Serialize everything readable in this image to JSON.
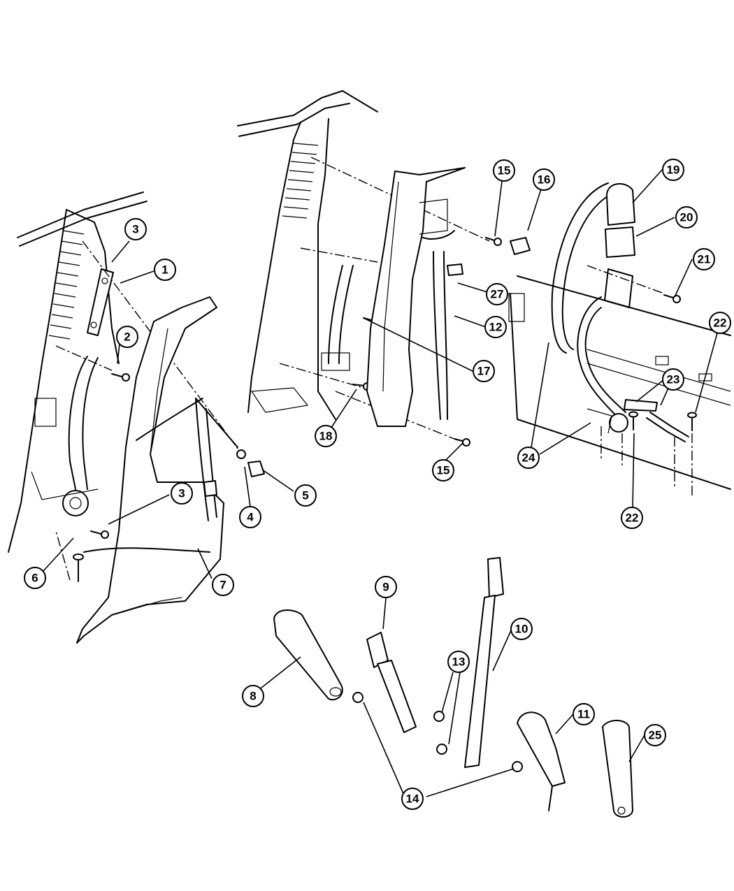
{
  "callouts": {
    "c1": "1",
    "c2": "2",
    "c3a": "3",
    "c3b": "3",
    "c4": "4",
    "c5": "5",
    "c6": "6",
    "c7": "7",
    "c8": "8",
    "c9": "9",
    "c10": "10",
    "c11": "11",
    "c12": "12",
    "c13": "13",
    "c14": "14",
    "c15a": "15",
    "c15b": "15",
    "c16": "16",
    "c17": "17",
    "c18": "18",
    "c19": "19",
    "c20": "20",
    "c21": "21",
    "c22a": "22",
    "c22b": "22",
    "c23": "23",
    "c24": "24",
    "c25": "25",
    "c27": "27"
  }
}
